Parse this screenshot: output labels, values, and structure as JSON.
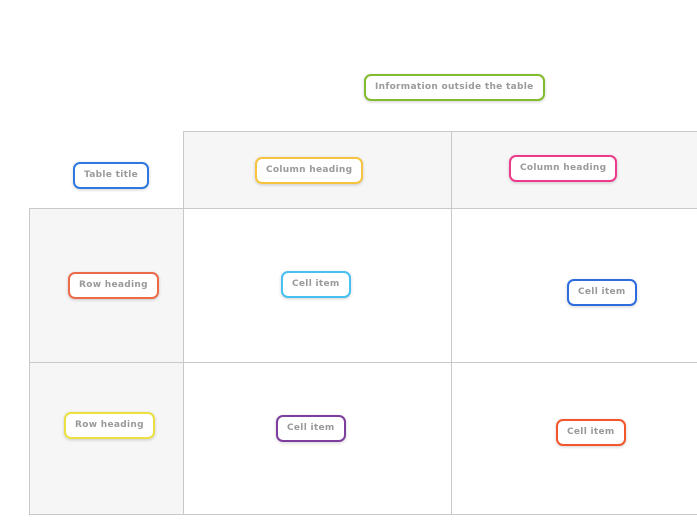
{
  "diagram": {
    "outside_info": {
      "label": "Information outside the table",
      "border_color": "#82BC2E"
    },
    "table_title": {
      "label": "Table title",
      "border_color": "#2E78E0"
    },
    "column_headings": [
      {
        "label": "Column heading",
        "border_color": "#F7C440"
      },
      {
        "label": "Column heading",
        "border_color": "#ED3B8C"
      }
    ],
    "row_headings": [
      {
        "label": "Row heading",
        "border_color": "#ED6A49"
      },
      {
        "label": "Row heading",
        "border_color": "#EAE040"
      }
    ],
    "cell_items": [
      {
        "label": "Cell item",
        "border_color": "#48C1F0"
      },
      {
        "label": "Cell item",
        "border_color": "#2C6CDE"
      },
      {
        "label": "Cell item",
        "border_color": "#7D3E9E"
      },
      {
        "label": "Cell item",
        "border_color": "#F3562A"
      }
    ],
    "colors": {
      "label_text": "#9A9A9A",
      "grid_line": "#C9C9C9",
      "shaded_area": "#F6F6F6",
      "background": "#FFFFFF"
    }
  }
}
